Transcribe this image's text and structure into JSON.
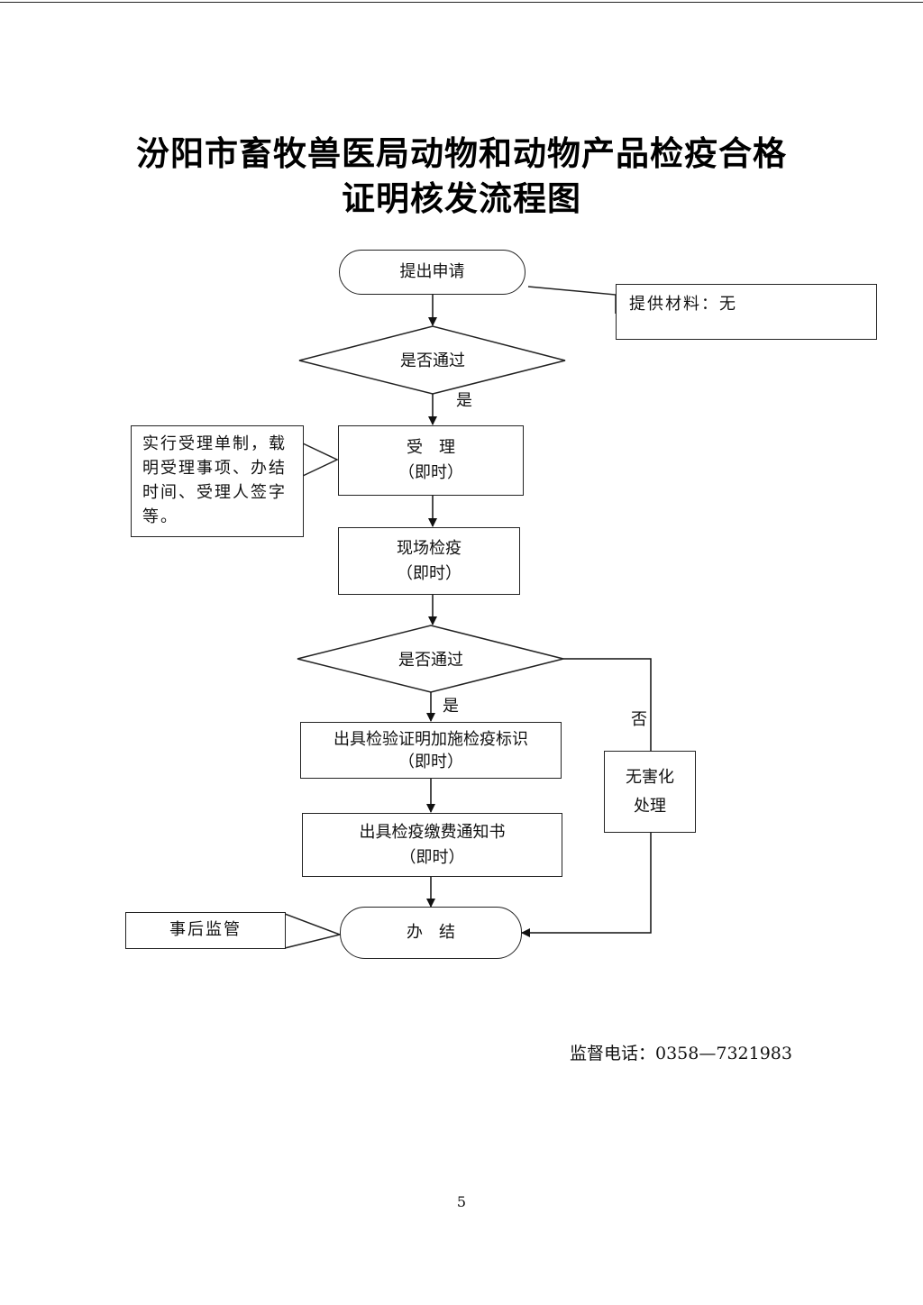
{
  "title": {
    "line1": "汾阳市畜牧兽医局动物和动物产品检疫合格",
    "line2": "证明核发流程图"
  },
  "flow": {
    "start": "提出申请",
    "materials_note": "提供材料：无",
    "decision1": "是否通过",
    "yes1": "是",
    "accept_line1": "受　理",
    "accept_line2": "（即时）",
    "accept_note": "实行受理单制，载明受理事项、办结时间、受理人签字等。",
    "inspect_line1": "现场检疫",
    "inspect_line2": "（即时）",
    "decision2": "是否通过",
    "yes2": "是",
    "no2": "否",
    "certificate_line1": "出具检验证明加施检疫标识",
    "certificate_line2": "（即时）",
    "fee_line1": "出具检疫缴费通知书",
    "fee_line2": "（即时）",
    "harmless_line1": "无害化",
    "harmless_line2": "处理",
    "end": "办　结",
    "post_note": "事后监管"
  },
  "footer": {
    "phone": "监督电话：0358—7321983",
    "page_number": "5"
  }
}
